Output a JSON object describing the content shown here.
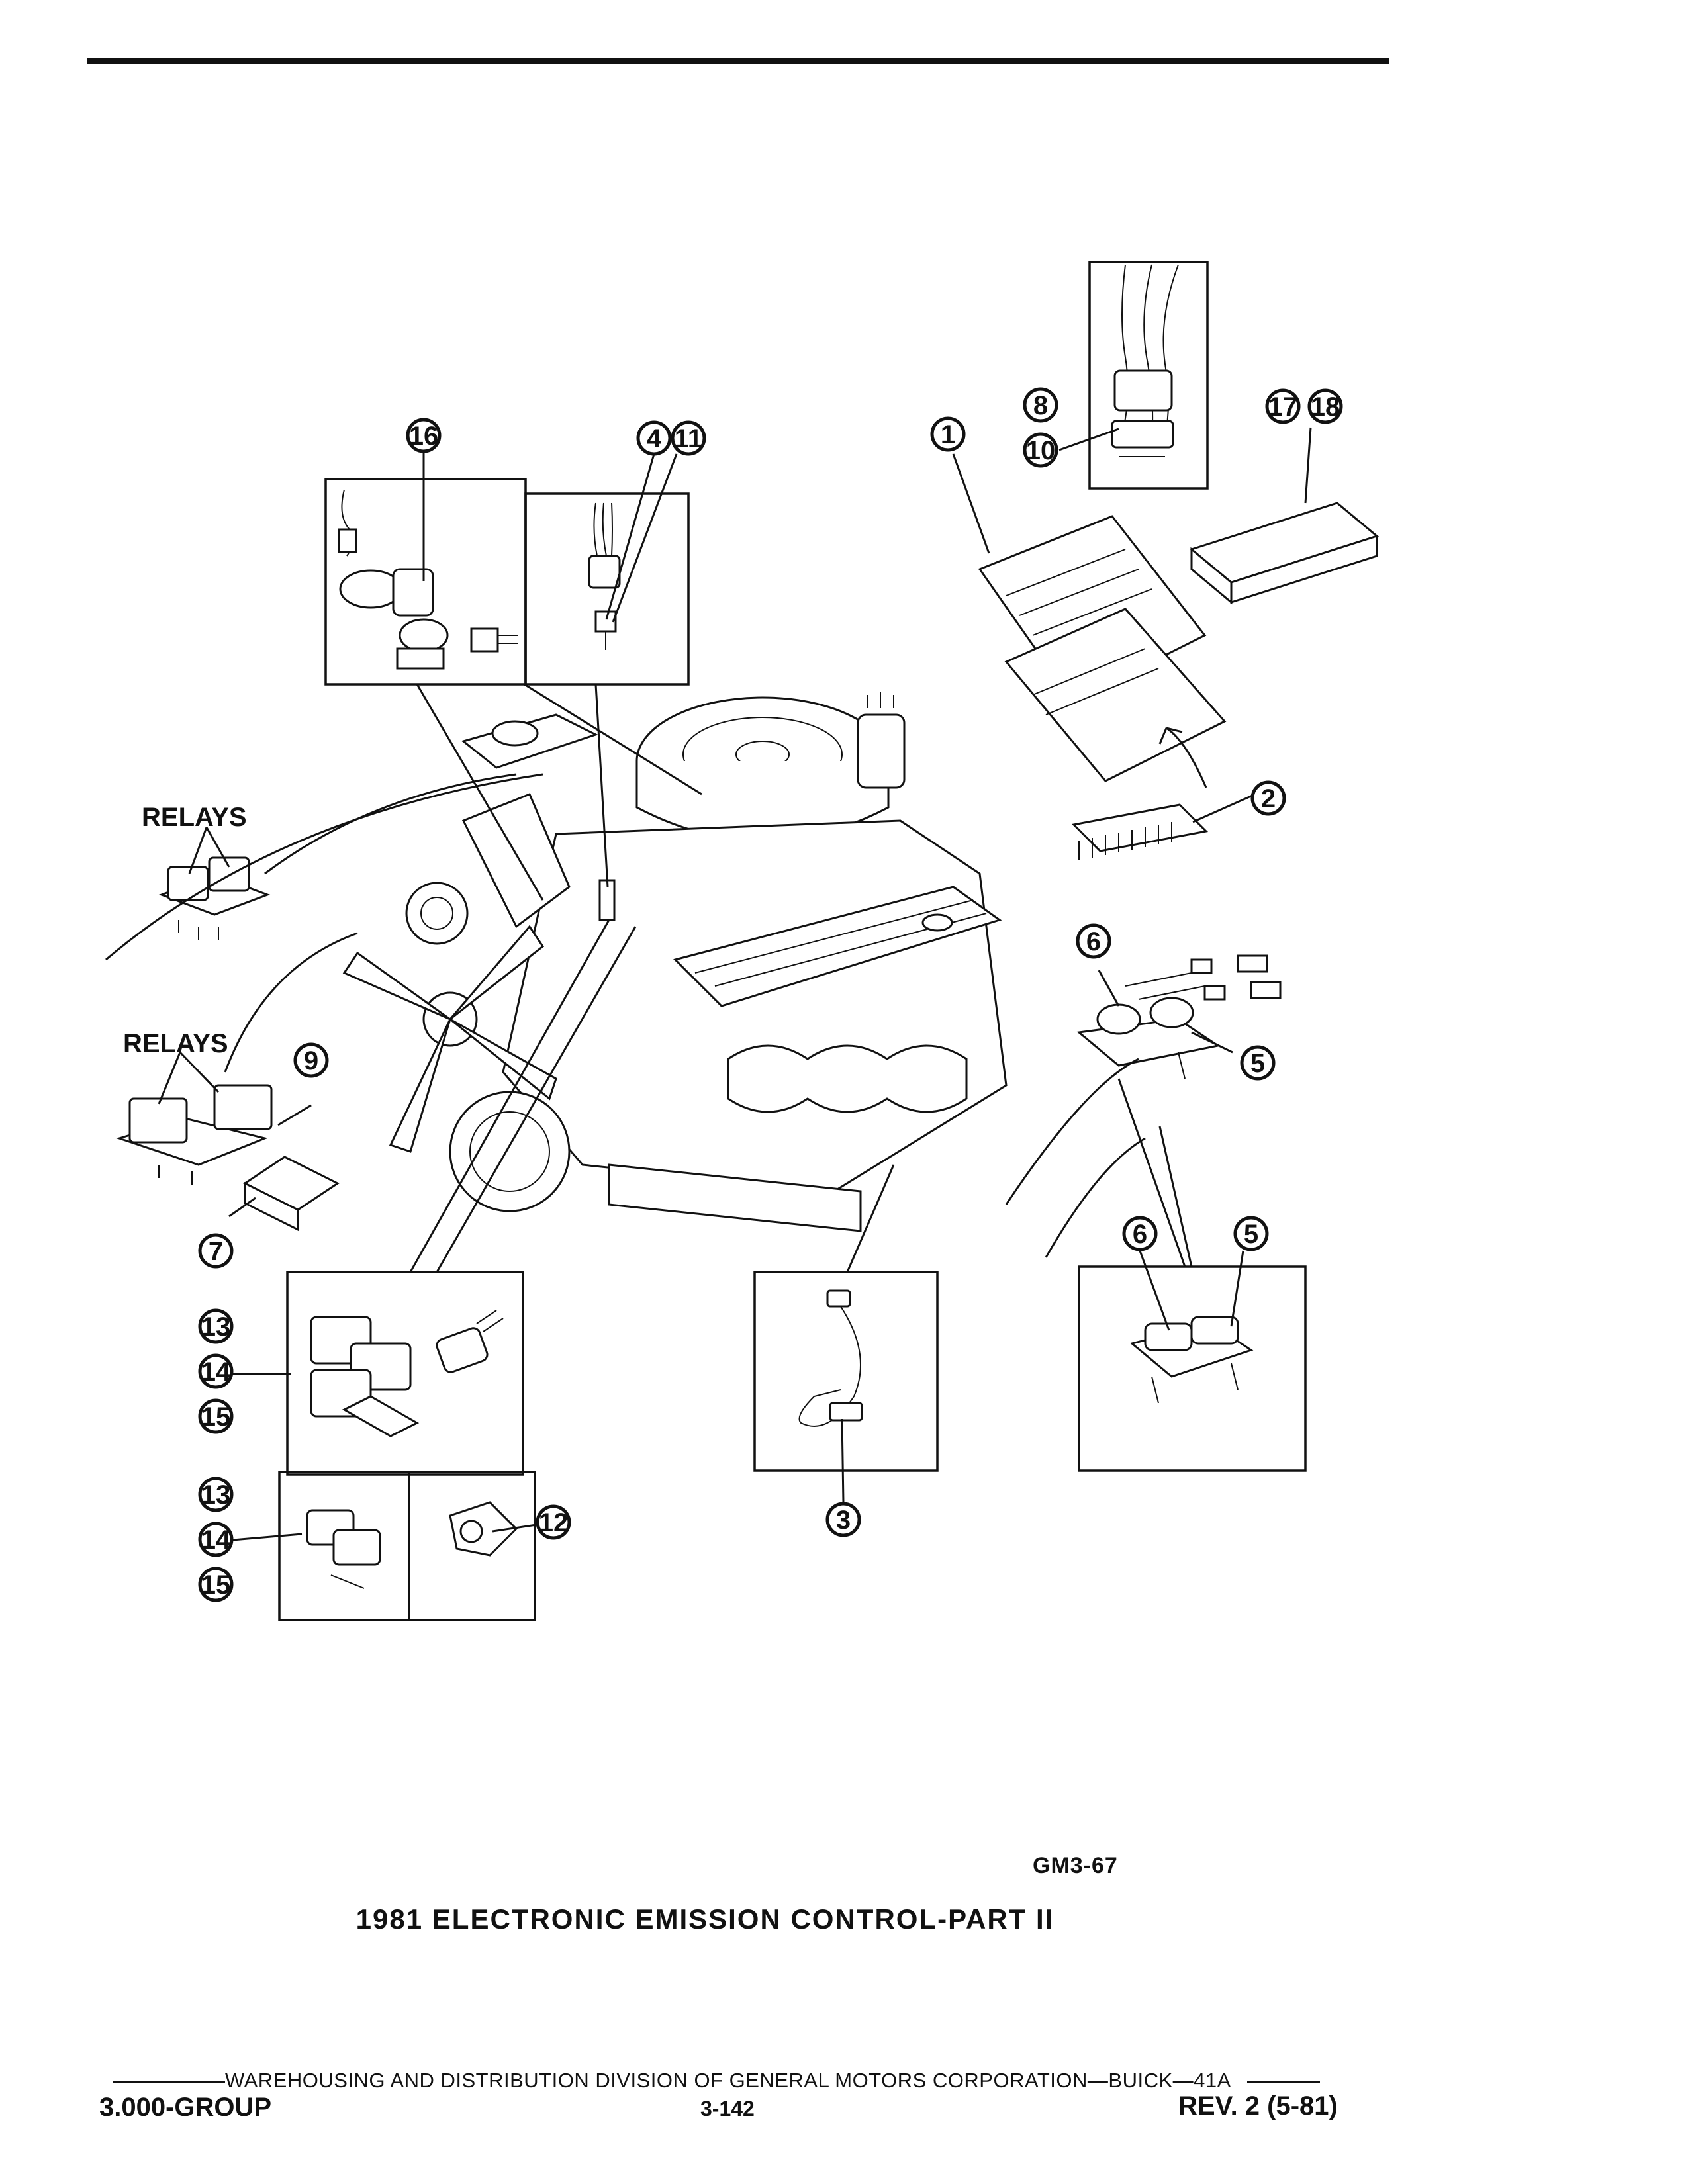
{
  "callouts": {
    "c16": "16",
    "c4": "4",
    "c11": "11",
    "c1": "1",
    "c8": "8",
    "c10": "10",
    "c17": "17",
    "c18": "18",
    "c2": "2",
    "c6a": "6",
    "c5a": "5",
    "c9": "9",
    "c7": "7",
    "c13a": "13",
    "c14a": "14",
    "c15a": "15",
    "c13b": "13",
    "c14b": "14",
    "c15b": "15",
    "c12": "12",
    "c3": "3",
    "c6b": "6",
    "c5b": "5"
  },
  "labels": {
    "relays_top": "RELAYS",
    "relays_left": "RELAYS"
  },
  "figure_code": "GM3-67",
  "title": "1981 ELECTRONIC EMISSION CONTROL-PART II",
  "footer": {
    "division_line": "WAREHOUSING AND DISTRIBUTION  DIVISION OF GENERAL MOTORS CORPORATION—BUICK—41A",
    "group": "3.000-GROUP",
    "page": "3-142",
    "revision": "REV. 2 (5-81)"
  },
  "colors": {
    "ink": "#111111",
    "paper": "#ffffff"
  }
}
